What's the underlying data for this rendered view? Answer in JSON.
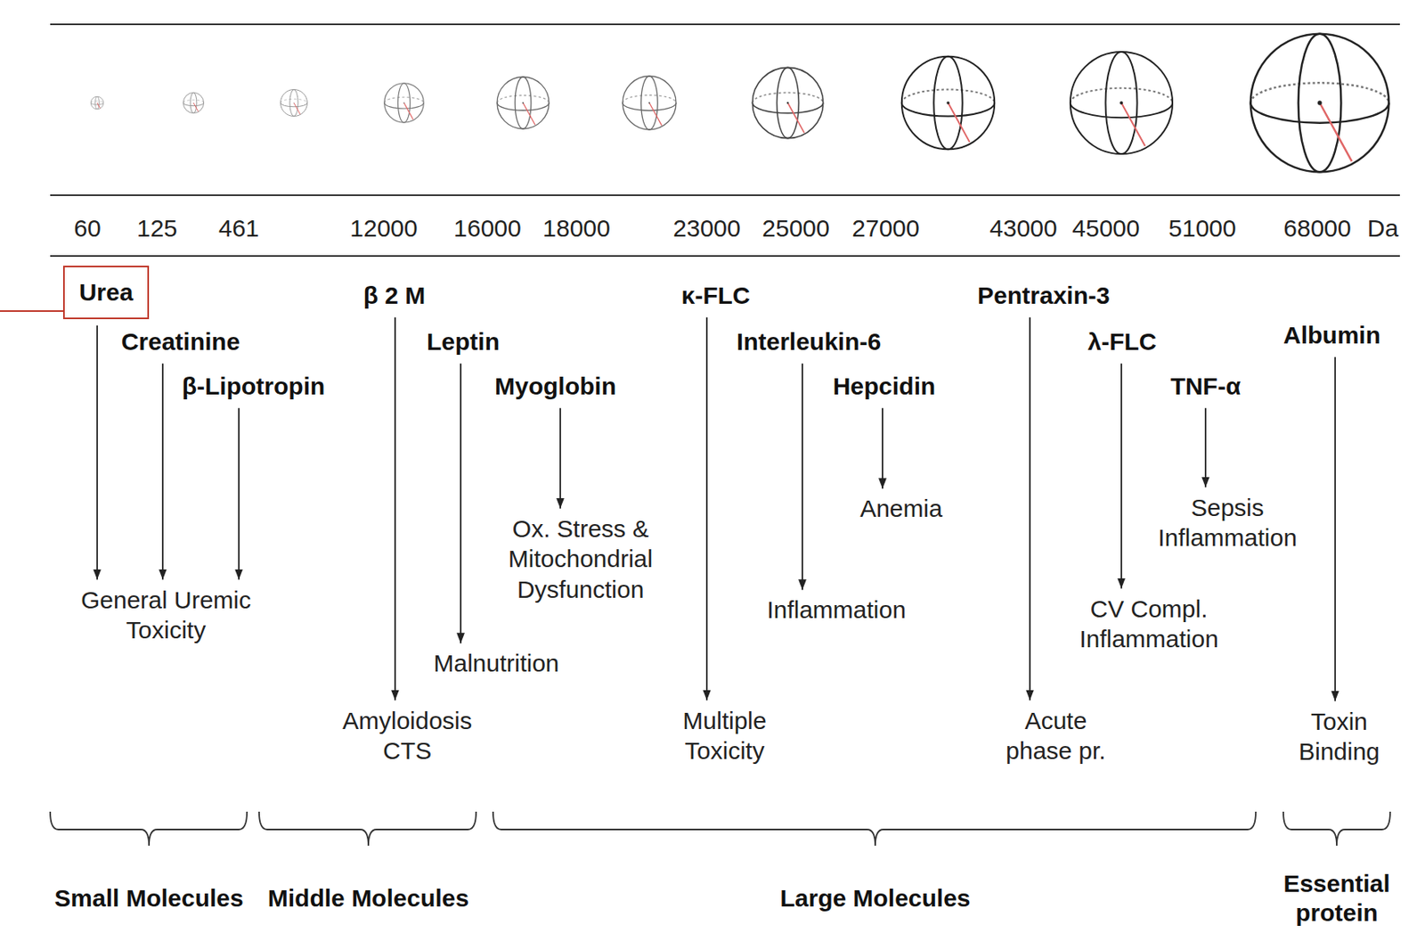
{
  "diagram": {
    "nodes": [
      {
        "text": [
          "Urea"
        ]
      },
      {
        "text": [
          "Creatinine"
        ]
      },
      {
        "text": [
          "β-Lipotropin"
        ]
      },
      {
        "text": [
          "β 2 M"
        ]
      },
      {
        "text": [
          "Leptin"
        ]
      },
      {
        "text": [
          "Myoglobin"
        ]
      },
      {
        "text": [
          "κ-FLC"
        ]
      },
      {
        "text": [
          "Interleukin-6"
        ]
      },
      {
        "text": [
          "Hepcidin"
        ]
      },
      {
        "text": [
          "Pentraxin-3"
        ]
      },
      {
        "text": [
          "λ-FLC"
        ]
      },
      {
        "text": [
          "TNF-α"
        ]
      },
      {
        "text": [
          "Albumin"
        ]
      },
      {
        "text": [
          "General Uremic Toxicity"
        ]
      },
      {
        "text": [
          "Ox. Stress & Mitochondrial Dysfunction"
        ]
      },
      {
        "text": [
          "Anemia"
        ]
      },
      {
        "text": [
          "Sepsis Inflammation"
        ]
      },
      {
        "text": [
          "Inflammation"
        ]
      },
      {
        "text": [
          "CV Compl. Inflammation"
        ]
      },
      {
        "text": [
          "Malnutrition"
        ]
      },
      {
        "text": [
          "Amyloidosis CTS"
        ]
      },
      {
        "text": [
          "Multiple Toxicity"
        ]
      },
      {
        "text": [
          "Acute phase pr."
        ]
      },
      {
        "text": [
          "Toxin Binding"
        ]
      }
    ],
    "edges": [
      {
        "from": 0,
        "to": 13,
        "arrow": "to"
      },
      {
        "from": 1,
        "to": 13,
        "arrow": "to"
      },
      {
        "from": 2,
        "to": 13,
        "arrow": "to"
      },
      {
        "from": 3,
        "to": 20,
        "arrow": "to"
      },
      {
        "from": 4,
        "to": 19,
        "arrow": "to"
      },
      {
        "from": 5,
        "to": 14,
        "arrow": "to"
      },
      {
        "from": 6,
        "to": 21,
        "arrow": "to"
      },
      {
        "from": 7,
        "to": 17,
        "arrow": "to"
      },
      {
        "from": 8,
        "to": 15,
        "arrow": "to"
      },
      {
        "from": 9,
        "to": 22,
        "arrow": "to"
      },
      {
        "from": 10,
        "to": 18,
        "arrow": "to"
      },
      {
        "from": 11,
        "to": 16,
        "arrow": "to"
      },
      {
        "from": 12,
        "to": 23,
        "arrow": "to"
      }
    ],
    "labels": [
      "60",
      "125",
      "461",
      "12000",
      "16000",
      "18000",
      "23000",
      "25000",
      "27000",
      "43000",
      "45000",
      "51000",
      "68000",
      "Da",
      "Small Molecules",
      "Middle Molecules",
      "Large Molecules",
      "Essential protein"
    ]
  }
}
